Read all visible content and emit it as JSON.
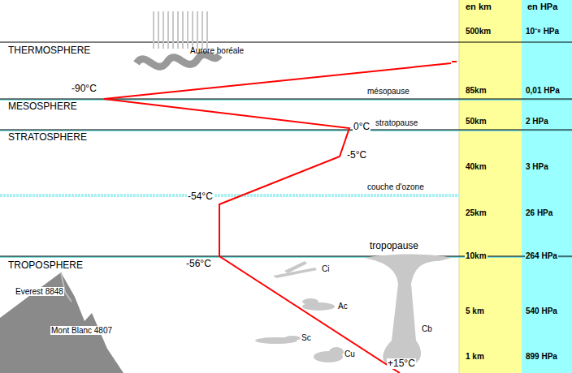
{
  "diagram": {
    "labels": [
      "en km",
      "en HPa",
      "500km",
      "10⁻⁸ HPa",
      "85km",
      "0,01 HPa",
      "50km",
      "2 HPa",
      "40km",
      "3 HPa",
      "25km",
      "26 HPa",
      "10km",
      "264 HPa",
      "5 km",
      "540 HPa",
      "1 km",
      "899 HPa",
      "THERMOSPHERE",
      "Aurore boréale",
      "-90°C",
      "mésopause",
      "MESOSPHERE",
      "stratopause",
      "0°C",
      "STRATOSPHERE",
      "-5°C",
      "couche d'ozone",
      "-54°C",
      "tropopause",
      "-56°C",
      "TROPOSPHERE",
      "Ci",
      "Everest 8848",
      "Ac",
      "Mont Blanc 4807",
      "Cb",
      "Sc",
      "Cu",
      "+15°C"
    ]
  }
}
